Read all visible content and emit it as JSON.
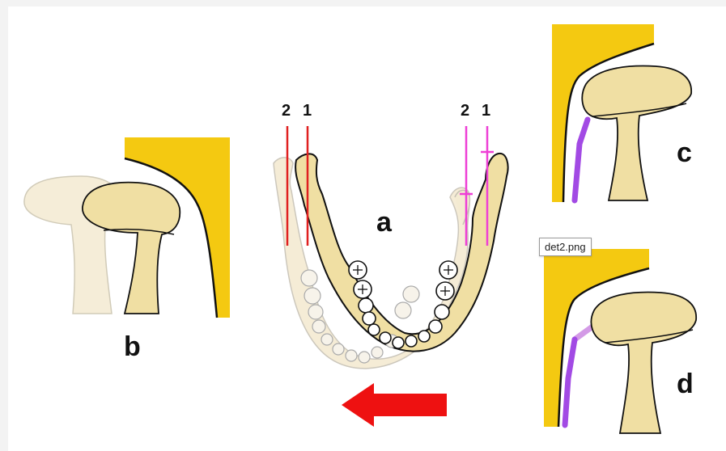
{
  "labels": {
    "panel_a": "a",
    "panel_b": "b",
    "panel_c": "c",
    "panel_d": "d",
    "left_line_2": "2",
    "left_line_1": "1",
    "right_line_2": "2",
    "right_line_1": "1"
  },
  "tooltip": "det2.png",
  "colors": {
    "bone": "#f0dfa3",
    "bone_ghost": "#f4ebd2",
    "fossa": "#f4c911",
    "red_line": "#e02020",
    "magenta_line": "#ee3fd6",
    "purple_disc": "#a24ae4",
    "purple_light": "#d39ae6",
    "arrow": "#ee1111"
  },
  "icons": {
    "arrow": "left-arrow-icon"
  }
}
